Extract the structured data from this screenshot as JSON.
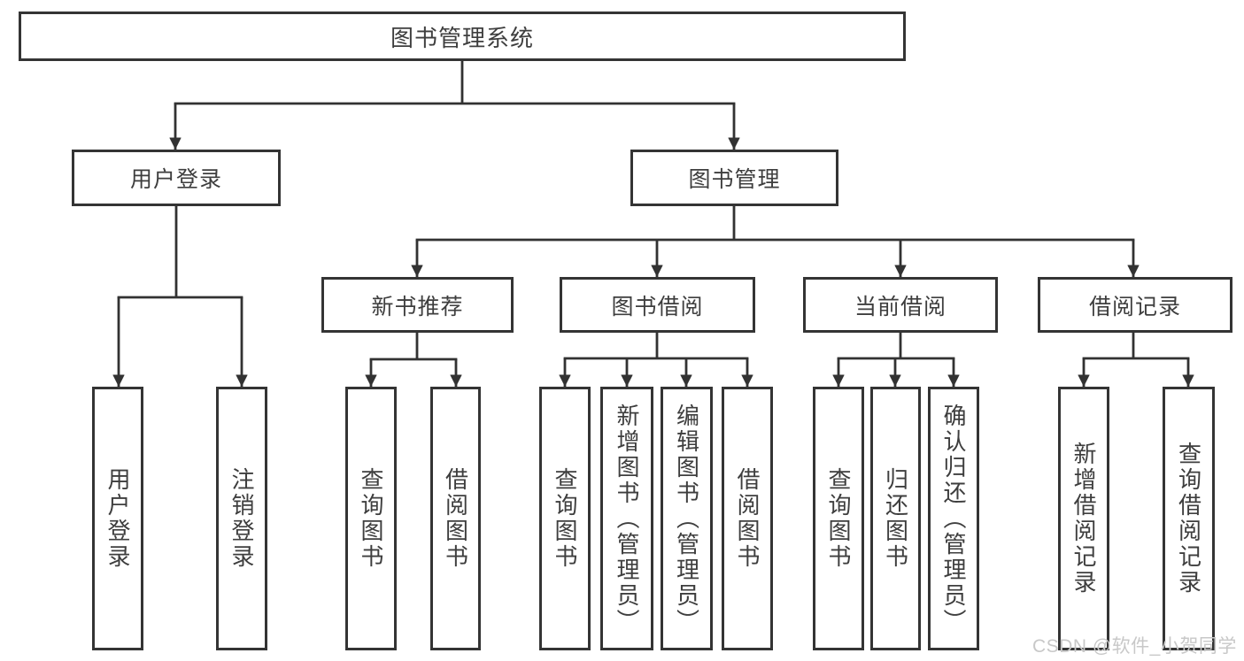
{
  "diagram_title": "图书管理系统",
  "colors": {
    "background": "#ffffff",
    "line": "#323232",
    "box_border": "#343434",
    "box_fill": "#ffffff",
    "text": "#3e3e3e",
    "watermark": "#c8c8c8"
  },
  "nodes": {
    "root": {
      "label": "图书管理系统"
    },
    "user_login": {
      "label": "用户登录"
    },
    "book_management": {
      "label": "图书管理"
    },
    "new_book_recommend": {
      "label": "新书推荐"
    },
    "book_borrow": {
      "label": "图书借阅"
    },
    "current_borrow": {
      "label": "当前借阅"
    },
    "borrow_records": {
      "label": "借阅记录"
    },
    "leaf_user_login": {
      "label": "用户登录"
    },
    "leaf_logout": {
      "label": "注销登录"
    },
    "leaf_query_books_rec": {
      "label": "查询图书"
    },
    "leaf_borrow_books_rec": {
      "label": "借阅图书"
    },
    "leaf_query_books_borrow": {
      "label": "查询图书"
    },
    "leaf_add_books_admin": {
      "label": "新增图书（管理员）"
    },
    "leaf_edit_books_admin": {
      "label": "编辑图书（管理员）"
    },
    "leaf_borrow_books_borrow": {
      "label": "借阅图书"
    },
    "leaf_query_books_current": {
      "label": "查询图书"
    },
    "leaf_return_books": {
      "label": "归还图书"
    },
    "leaf_confirm_return_admin": {
      "label": "确认归还（管理员）"
    },
    "leaf_add_borrow_record": {
      "label": "新增借阅记录"
    },
    "leaf_query_borrow_record": {
      "label": "查询借阅记录"
    }
  },
  "watermark": {
    "text": "CSDN @软件_小贺同学"
  }
}
